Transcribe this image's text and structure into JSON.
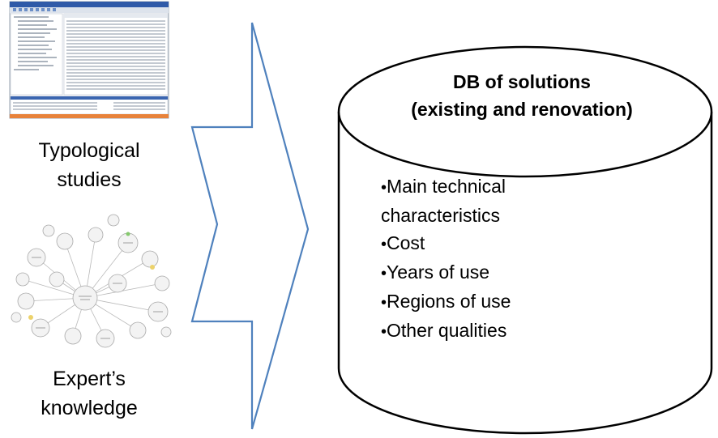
{
  "diagram": {
    "inputs": [
      {
        "label": "Typological studies",
        "lines": [
          "Typological",
          "studies"
        ]
      },
      {
        "label": "Expert’s knowledge",
        "lines": [
          "Expert’s",
          "knowledge"
        ]
      }
    ],
    "database": {
      "title_lines": [
        "DB of solutions",
        "(existing and renovation)"
      ],
      "items": [
        [
          "Main technical",
          "characteristics"
        ],
        [
          "Cost"
        ],
        [
          "Years of use"
        ],
        [
          "Regions of use"
        ],
        [
          "Other qualities"
        ]
      ]
    },
    "colors": {
      "arrow_stroke": "#4f81bd",
      "outline": "#000000",
      "background": "#ffffff"
    }
  }
}
